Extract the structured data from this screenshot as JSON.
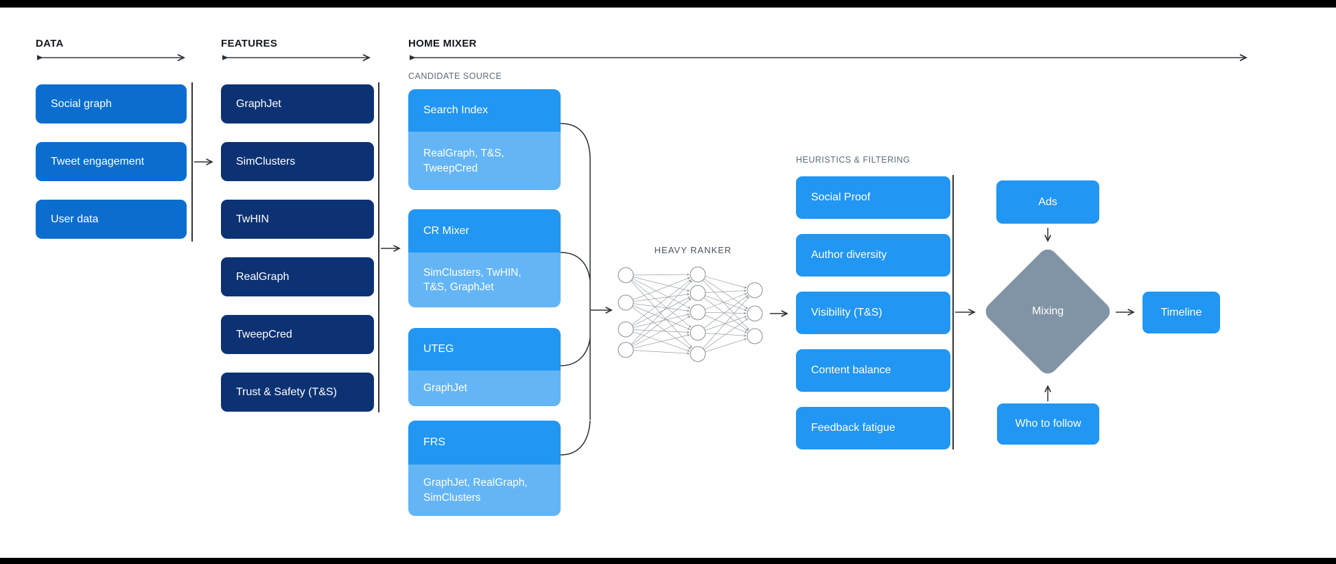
{
  "colors": {
    "data_box_blue": "#0b6ecf",
    "feature_box_navy": "#0d3273",
    "primary_blue": "#2196f3",
    "light_blue": "#64b5f6",
    "diamond_gray": "#8094a5",
    "line_dark": "#2b3036",
    "label_gray": "#5d6a78",
    "letterbox_black": "#000000"
  },
  "sections": {
    "data": {
      "label": "DATA",
      "items": [
        "Social graph",
        "Tweet engagement",
        "User data"
      ]
    },
    "features": {
      "label": "FEATURES",
      "items": [
        "GraphJet",
        "SimClusters",
        "TwHIN",
        "RealGraph",
        "TweepCred",
        "Trust & Safety (T&S)"
      ]
    },
    "home_mixer": {
      "label": "HOME MIXER",
      "candidate_source": {
        "label": "CANDIDATE SOURCE",
        "groups": [
          {
            "name": "Search Index",
            "sub": "RealGraph, T&S, TweepCred"
          },
          {
            "name": "CR Mixer",
            "sub": "SimClusters, TwHIN, T&S, GraphJet"
          },
          {
            "name": "UTEG",
            "sub": "GraphJet"
          },
          {
            "name": "FRS",
            "sub": "GraphJet, RealGraph, SimClusters"
          }
        ]
      },
      "heavy_ranker": {
        "label": "HEAVY RANKER"
      },
      "heuristics": {
        "label": "HEURISTICS & FILTERING",
        "items": [
          "Social Proof",
          "Author diversity",
          "Visibility (T&S)",
          "Content balance",
          "Feedback fatigue"
        ]
      },
      "mixing": {
        "label": "Mixing",
        "ads": "Ads",
        "who_to_follow": "Who to follow",
        "timeline": "Timeline"
      }
    }
  }
}
